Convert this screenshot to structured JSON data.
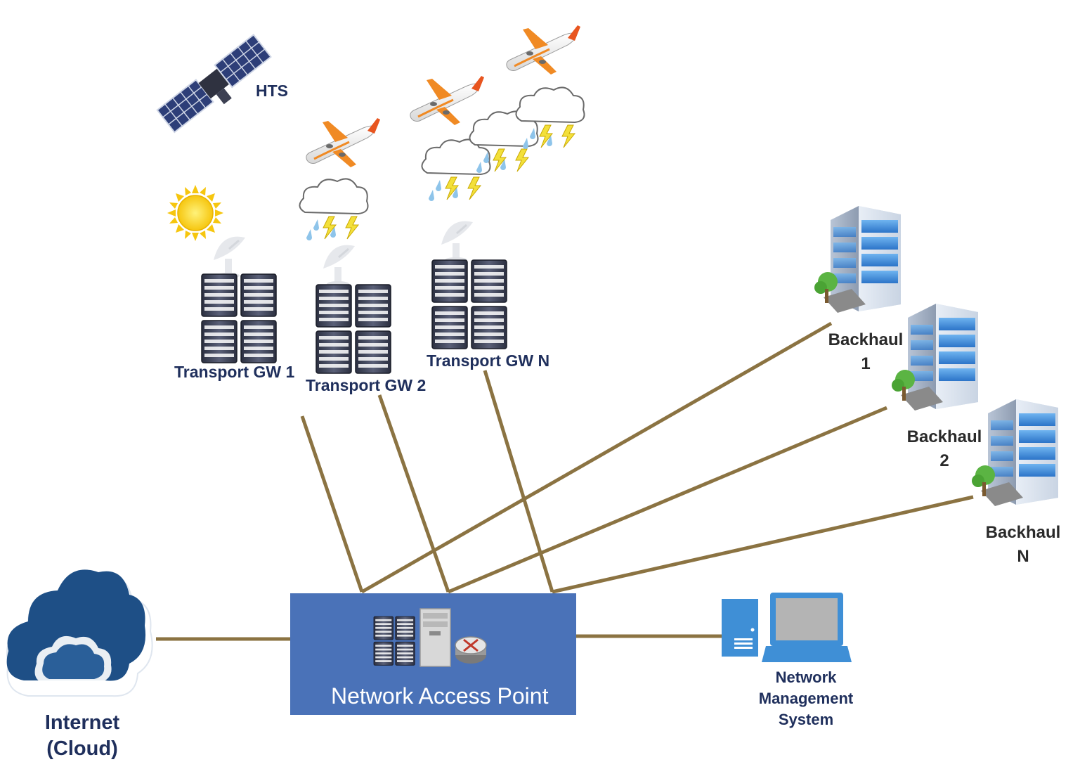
{
  "labels": {
    "hts": "HTS",
    "gw1": "Transport GW 1",
    "gw2": "Transport GW 2",
    "gwn": "Transport GW N",
    "backhaul1_line1": "Backhaul",
    "backhaul1_line2": "1",
    "backhaul2_line1": "Backhaul",
    "backhaul2_line2": "2",
    "backhaulN_line1": "Backhaul",
    "backhaulN_line2": "N",
    "nap": "Network Access Point",
    "nms_line1": "Network",
    "nms_line2": "Management",
    "nms_line3": "System",
    "internet_line1": "Internet",
    "internet_line2": "(Cloud)"
  },
  "colors": {
    "link": "#8b7342",
    "nap_box": "#4a72b8",
    "navy_text": "#1f2f5c",
    "cloud": "#1e4f86",
    "computer": "#3f8fd6",
    "server": "#3c4256"
  },
  "icons": [
    "satellite-icon",
    "sun-icon",
    "airplane-icon",
    "storm-cloud-icon",
    "server-rack-icon",
    "satellite-dish-icon",
    "office-building-icon",
    "internet-cloud-icon",
    "desktop-computer-icon",
    "router-icon"
  ]
}
